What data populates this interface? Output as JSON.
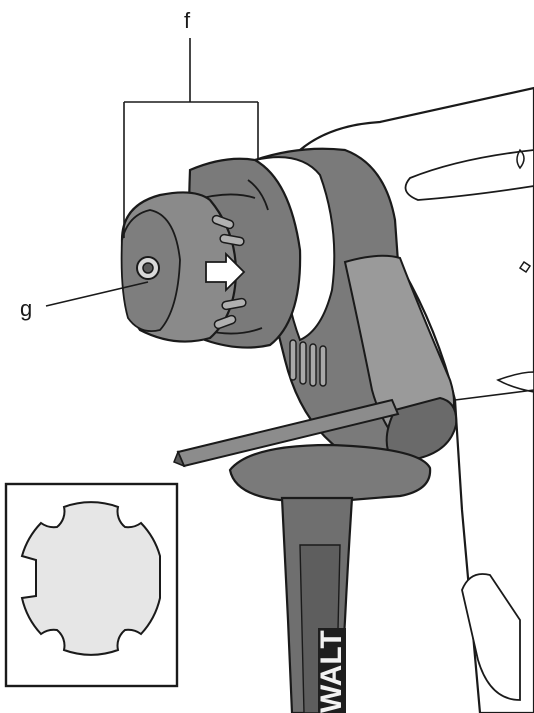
{
  "figure": {
    "callouts": {
      "f": "f",
      "g": "g"
    },
    "brand_logo_text": "WALT",
    "colors": {
      "line": "#1a1a1a",
      "tool_dark": "#6f6f6f",
      "tool_mid": "#8c8c8c",
      "tool_light": "#c9c9c9",
      "housing": "#ffffff",
      "shank_fill": "#e6e6e6"
    },
    "icons": {
      "arrow_marking": "right-arrow-icon",
      "shank_profile": "sds-shank-profile-icon"
    }
  }
}
